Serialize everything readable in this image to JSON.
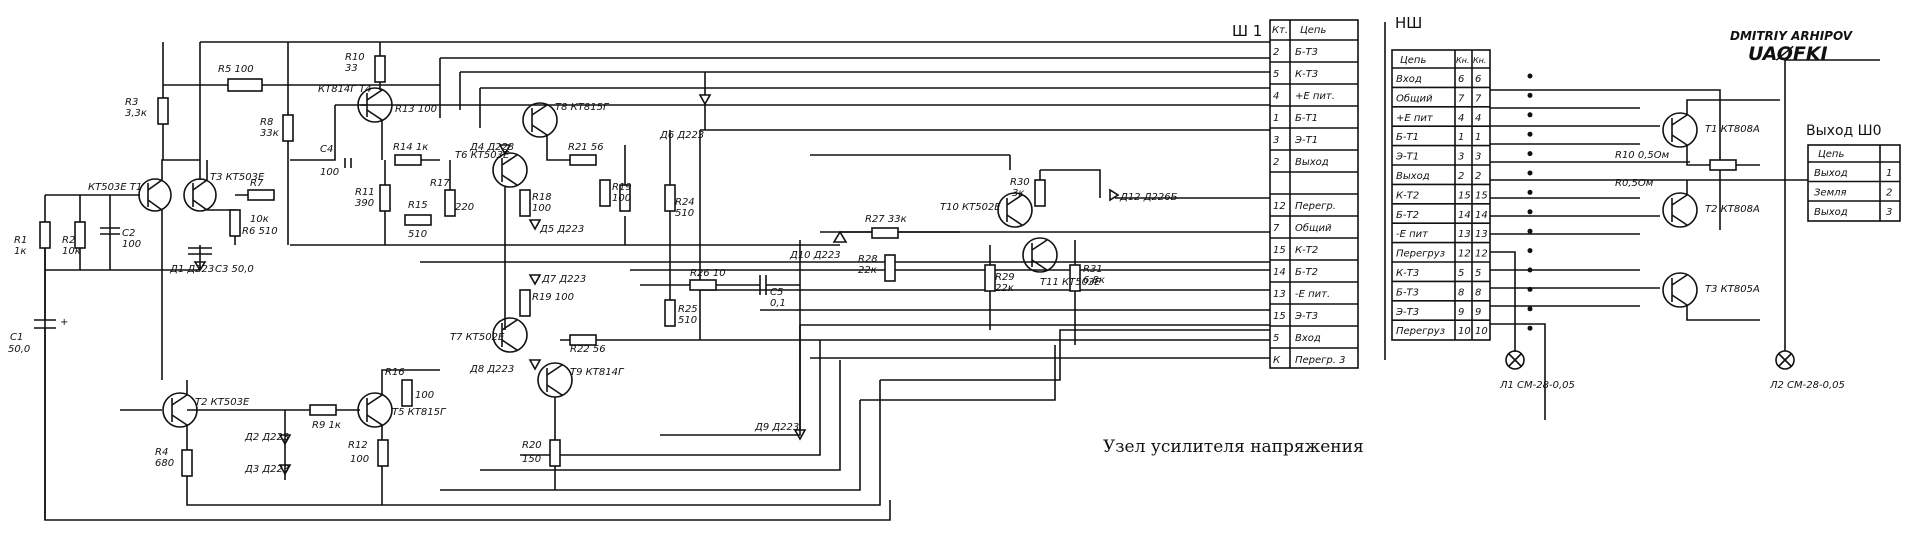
{
  "credit": {
    "line1": "DMITRIY ARHIPOV",
    "line2": "UAØFKI"
  },
  "caption": "Узел усилителя напряжения",
  "connector_main": {
    "title": "Ш 1",
    "header": {
      "num": "Кт.",
      "name": "Цепь"
    },
    "rows": [
      {
        "num": "2",
        "name": "Б-Т3"
      },
      {
        "num": "5",
        "name": "К-Т3"
      },
      {
        "num": "4",
        "name": "+Е пит."
      },
      {
        "num": "1",
        "name": "Б-Т1"
      },
      {
        "num": "3",
        "name": "Э-Т1"
      },
      {
        "num": "2",
        "name": "Выход"
      },
      {
        "num": "",
        "name": ""
      },
      {
        "num": "12",
        "name": "Перегр."
      },
      {
        "num": "7",
        "name": "Общий"
      },
      {
        "num": "15",
        "name": "К-Т2"
      },
      {
        "num": "14",
        "name": "Б-Т2"
      },
      {
        "num": "13",
        "name": "-Е пит."
      },
      {
        "num": "15",
        "name": "Э-Т3"
      },
      {
        "num": "5",
        "name": "Вход"
      },
      {
        "num": "К",
        "name": "Перегр. 3"
      }
    ]
  },
  "connector_nsh": {
    "title": "НШ",
    "header": {
      "name": "Цепь",
      "a": "Кн.",
      "b": "Кн."
    },
    "rows": [
      {
        "name": "Вход",
        "a": "6",
        "b": "6"
      },
      {
        "name": "Общий",
        "a": "7",
        "b": "7"
      },
      {
        "name": "+Е пит",
        "a": "4",
        "b": "4"
      },
      {
        "name": "Б-Т1",
        "a": "1",
        "b": "1"
      },
      {
        "name": "Э-Т1",
        "a": "3",
        "b": "3"
      },
      {
        "name": "Выход",
        "a": "2",
        "b": "2"
      },
      {
        "name": "К-Т2",
        "a": "15",
        "b": "15"
      },
      {
        "name": "Б-Т2",
        "a": "14",
        "b": "14"
      },
      {
        "name": "-Е пит",
        "a": "13",
        "b": "13"
      },
      {
        "name": "Перегруз",
        "a": "12",
        "b": "12"
      },
      {
        "name": "К-Т3",
        "a": "5",
        "b": "5"
      },
      {
        "name": "Б-Т3",
        "a": "8",
        "b": "8"
      },
      {
        "name": "Э-Т3",
        "a": "9",
        "b": "9"
      },
      {
        "name": "Перегруз",
        "a": "10",
        "b": "10"
      }
    ]
  },
  "output_block": {
    "title": "Выход Ш0",
    "header": {
      "name": "Цепь",
      "num": ""
    },
    "rows": [
      {
        "name": "Выход",
        "num": "1"
      },
      {
        "name": "Земля",
        "num": "2"
      },
      {
        "name": "Выход",
        "num": "3"
      }
    ]
  },
  "labels": {
    "r1": "R1",
    "r1v": "1к",
    "r2": "R2",
    "r2v": "10к",
    "c2": "C2",
    "c2v": "100",
    "c1": "C1",
    "c1v": "50,0",
    "r3": "R3",
    "r3v": "3,3к",
    "r5": "R5 100",
    "r8": "R8",
    "r8v": "33к",
    "t1": "КТ503Е T1",
    "t3": "T3 КТ503Е",
    "r7": "R7",
    "r7v": "10к",
    "r6": "R6 510",
    "c3": "C3 50,0",
    "d1": "Д1 Д223",
    "t2": "T2 КТ503Е",
    "r4": "R4",
    "r4v": "680",
    "r9": "R9 1к",
    "d2": "Д2 Д223",
    "d3": "Д3 Д223",
    "r10": "R10",
    "r10v": "33",
    "t4": "КТ814Г T4",
    "r13": "R13 100",
    "c4": "C4",
    "c4v": "100",
    "r14": "R14 1к",
    "r11": "R11",
    "r11v": "390",
    "r15": "R15",
    "r15v": "510",
    "r17": "R17",
    "r17v": "220",
    "r16": "R16",
    "r16v": "100",
    "t5": "T5 КТ815Г",
    "r12": "R12",
    "r12v": "100",
    "t8": "T8 КТ815Г",
    "t6": "T6 КТ503Е",
    "r21": "R21 56",
    "r19": "R19",
    "r19v": "100",
    "r18": "R18",
    "r18v": "100",
    "d4": "Д4 Д223",
    "d5": "Д5 Д223",
    "d6": "Д6 Д223",
    "r24": "R24",
    "r24v": "510",
    "d7": "Д7 Д223",
    "r19b": "R19 100",
    "r26": "R26 10",
    "c5": "C5",
    "c5v": "0,1",
    "r25": "R25",
    "r25v": "510",
    "t7": "T7 КТ502Е",
    "r22": "R22 56",
    "d8": "Д8 Д223",
    "t9": "T9 КТ814Г",
    "r20": "R20",
    "r20v": "150",
    "d9": "Д9 Д223",
    "d10": "Д10 Д223",
    "r27": "R27 33к",
    "r28": "R28",
    "r28v": "22к",
    "r29": "R29",
    "r29v": "22к",
    "r30": "R30",
    "r30v": "3к",
    "t10": "T10 КТ502Е",
    "t11": "T11 КТ503Е",
    "r31": "R31",
    "r31v": "6,8к",
    "d12": "Д12 Д226Б",
    "nsh_t1": "T1 КТ808А",
    "nsh_t2": "T2 КТ808А",
    "nsh_t3": "T3 КТ805А",
    "nsh_r10": "R10 0,5Ом",
    "nsh_r05": "R0,5Ом",
    "lamp1": "Л1 СМ-28-0,05",
    "lamp2": "Л2 СМ-28-0,05"
  }
}
